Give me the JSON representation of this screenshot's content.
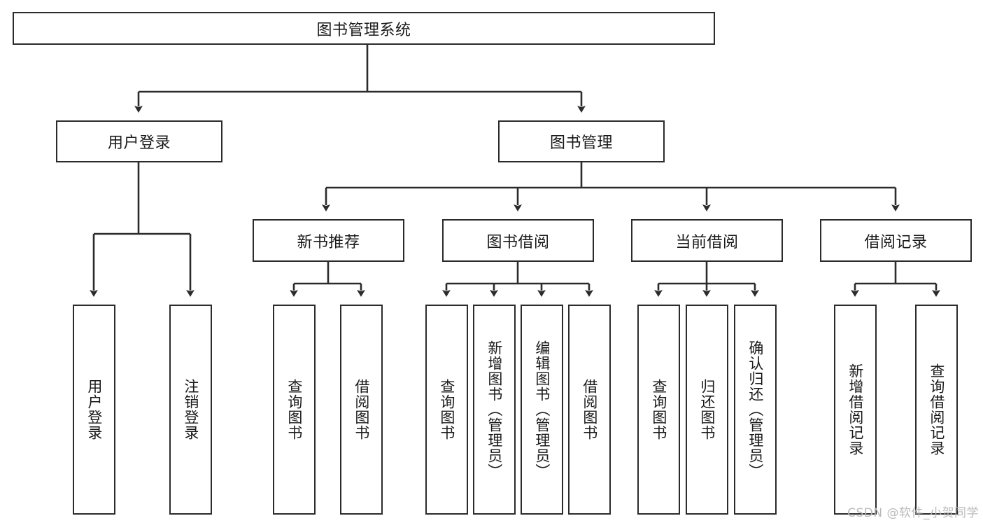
{
  "diagram": {
    "title": "图书管理系统",
    "type": "tree-hierarchy-diagram",
    "colors": {
      "box_border": "#2b2b2b",
      "box_fill": "#ffffff",
      "connector": "#2b2b2b",
      "text": "#1a1a1a",
      "watermark": "#b9b9b9",
      "background": "#ffffff"
    },
    "root": {
      "id": "root",
      "label": "图书管理系统"
    },
    "level2": [
      {
        "id": "user-login",
        "label": "用户登录"
      },
      {
        "id": "book-management",
        "label": "图书管理"
      }
    ],
    "level3": [
      {
        "id": "new-book-recommend",
        "label": "新书推荐"
      },
      {
        "id": "book-borrow",
        "label": "图书借阅"
      },
      {
        "id": "current-borrow",
        "label": "当前借阅"
      },
      {
        "id": "borrow-record",
        "label": "借阅记录"
      }
    ],
    "leaves": {
      "user_login": [
        {
          "id": "leaf-user-login",
          "label": "用户登录"
        },
        {
          "id": "leaf-logout-login",
          "label": "注销登录"
        }
      ],
      "new_book_recommend": [
        {
          "id": "leaf-query-book-1",
          "label": "查询图书"
        },
        {
          "id": "leaf-borrow-book-1",
          "label": "借阅图书"
        }
      ],
      "book_borrow": [
        {
          "id": "leaf-query-book-2",
          "label": "查询图书"
        },
        {
          "id": "leaf-add-book",
          "label": "新增图书（管理员）"
        },
        {
          "id": "leaf-edit-book",
          "label": "编辑图书（管理员）"
        },
        {
          "id": "leaf-borrow-book-2",
          "label": "借阅图书"
        }
      ],
      "current_borrow": [
        {
          "id": "leaf-query-book-3",
          "label": "查询图书"
        },
        {
          "id": "leaf-return-book",
          "label": "归还图书"
        },
        {
          "id": "leaf-confirm-return",
          "label": "确认归还（管理员）"
        }
      ],
      "borrow_record": [
        {
          "id": "leaf-add-record",
          "label": "新增借阅记录"
        },
        {
          "id": "leaf-query-record",
          "label": "查询借阅记录"
        }
      ]
    }
  },
  "watermark": {
    "text": "CSDN @软件_小贺同学"
  }
}
